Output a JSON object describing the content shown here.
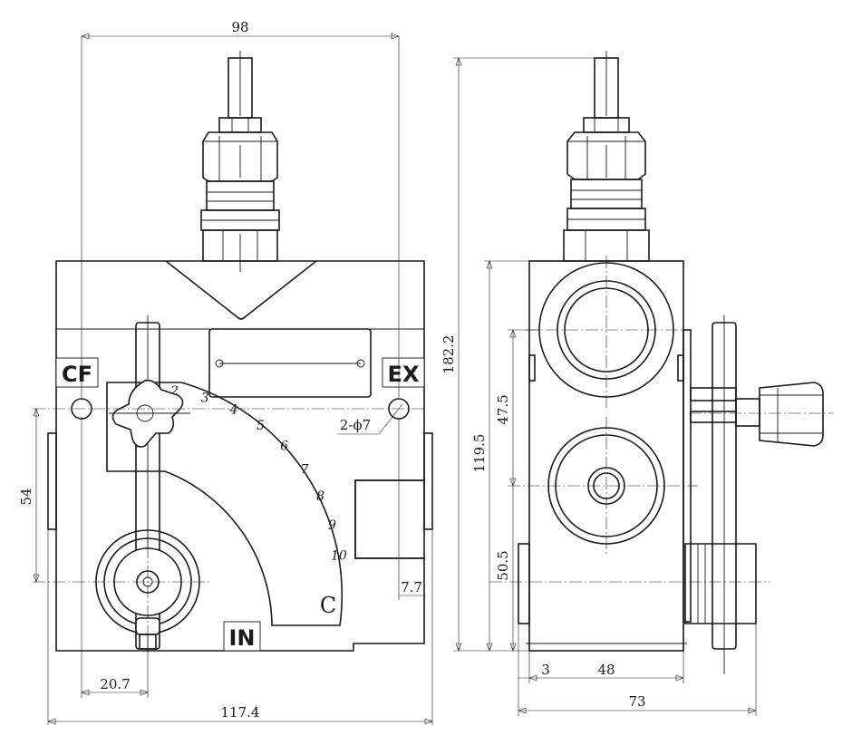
{
  "dimensions": {
    "front_width": "98",
    "front_total_width": "117.4",
    "front_height_54": "54",
    "front_offset_20_7": "20.7",
    "front_offset_7_7": "7.7",
    "holes": "2-ϕ7",
    "side_height_182_2": "182.2",
    "side_height_119_5": "119.5",
    "side_height_47_5": "47.5",
    "side_height_50_5": "50.5",
    "side_width_3": "3",
    "side_width_48": "48",
    "side_width_73": "73"
  },
  "ports": {
    "cf": "CF",
    "ex": "EX",
    "in": "IN"
  },
  "scale": {
    "marks": [
      "2",
      "3",
      "4",
      "5",
      "6",
      "7",
      "8",
      "9",
      "10"
    ],
    "symbol": "C"
  }
}
